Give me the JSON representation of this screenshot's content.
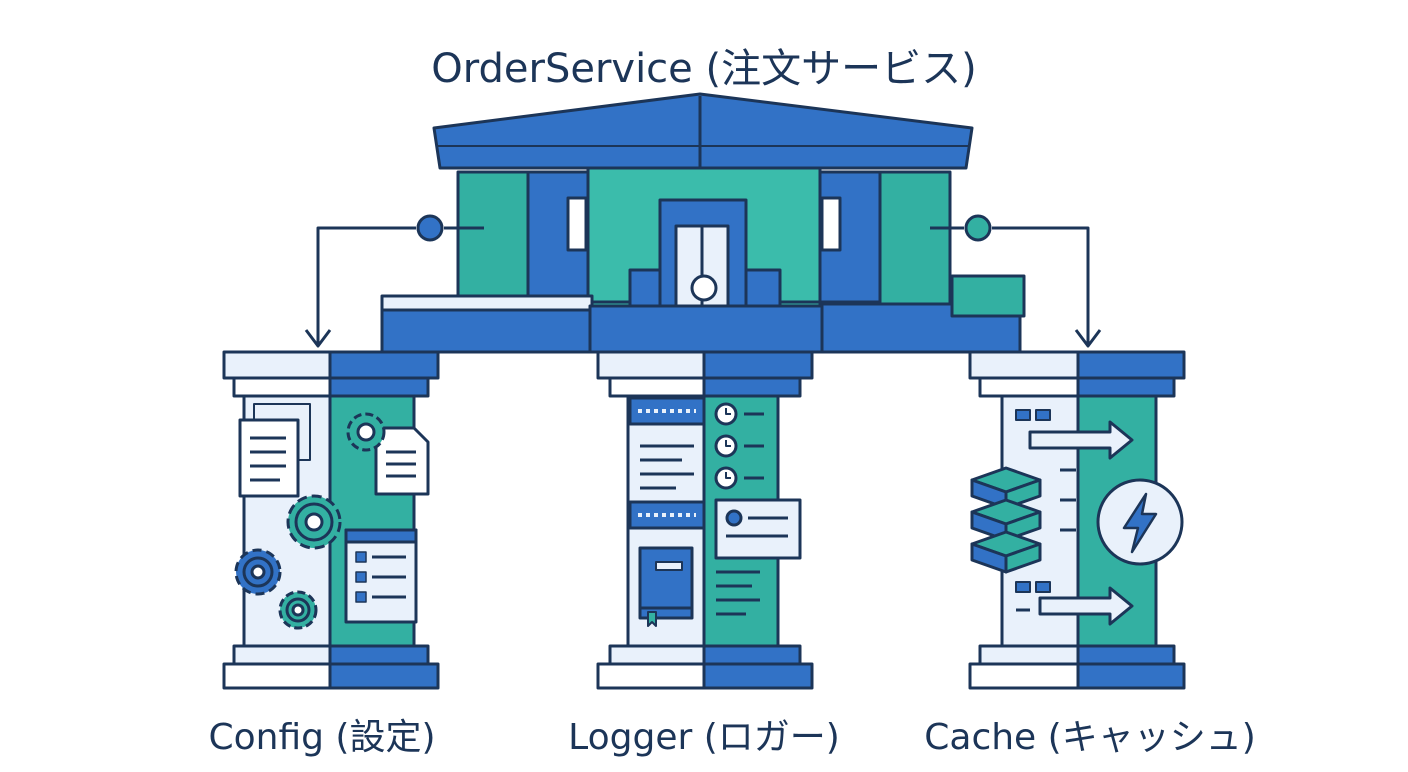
{
  "title": "OrderService (注文サービス)",
  "pillars": [
    {
      "label": "Config (設定)"
    },
    {
      "label": "Logger (ロガー)"
    },
    {
      "label": "Cache (キャッシュ)"
    }
  ],
  "icons": {
    "config": [
      "document-icon",
      "gear-icon",
      "checklist-icon"
    ],
    "logger": [
      "clock-icon",
      "log-book-icon",
      "log-lines-icon"
    ],
    "cache": [
      "database-stack-icon",
      "lightning-icon",
      "arrow-right-icon"
    ]
  },
  "colors": {
    "navy": "#1c3558",
    "blue": "#3272c6",
    "teal": "#33b0a2",
    "pale": "#e9f1fb"
  }
}
